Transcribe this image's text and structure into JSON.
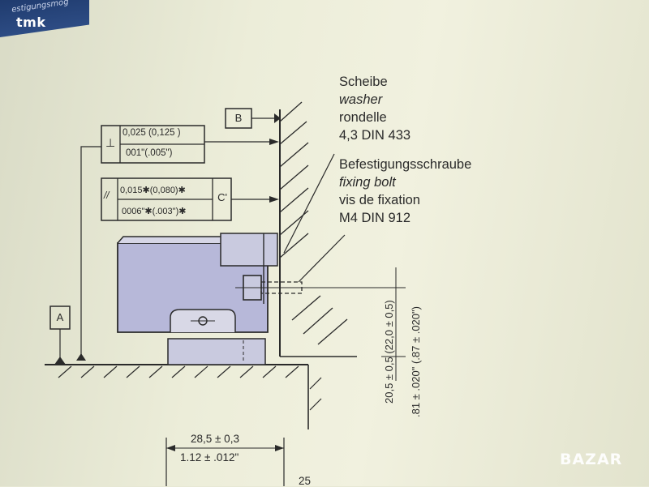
{
  "header": {
    "strip_text": "estigungsmög",
    "watermark": "tmk"
  },
  "footer": {
    "watermark": "BAZAR"
  },
  "datums": {
    "b": "B",
    "a": "A",
    "c": "C'"
  },
  "tolerance_frame_1": {
    "symbol": "⊥",
    "metric": "0,025 (0,125 )",
    "imperial": "001\"(.005\")"
  },
  "tolerance_frame_2": {
    "symbol": "//",
    "metric": "0,015✱(0,080)✱",
    "imperial": "0006\"✱(.003\")✱"
  },
  "callouts": {
    "washer": {
      "de": "Scheibe",
      "en": "washer",
      "fr": "rondelle",
      "spec": "4,3 DIN 433"
    },
    "bolt": {
      "de": "Befestigungsschraube",
      "en": "fixing bolt",
      "fr": "vis de fixation",
      "spec": "M4 DIN 912"
    }
  },
  "dimensions": {
    "height_metric": "20,5 ± 0,5  (22,0 ± 0,5)",
    "height_imperial": ".81 ± .020\"  (.87 ± .020\")",
    "width_metric": "28,5 ± 0,3",
    "width_imperial": "1.12 ± .012\"",
    "cut_off": "25"
  },
  "colors": {
    "part_fill": "#b7b8d9",
    "line": "#2a2a2a",
    "paper": "#ecedd9"
  }
}
